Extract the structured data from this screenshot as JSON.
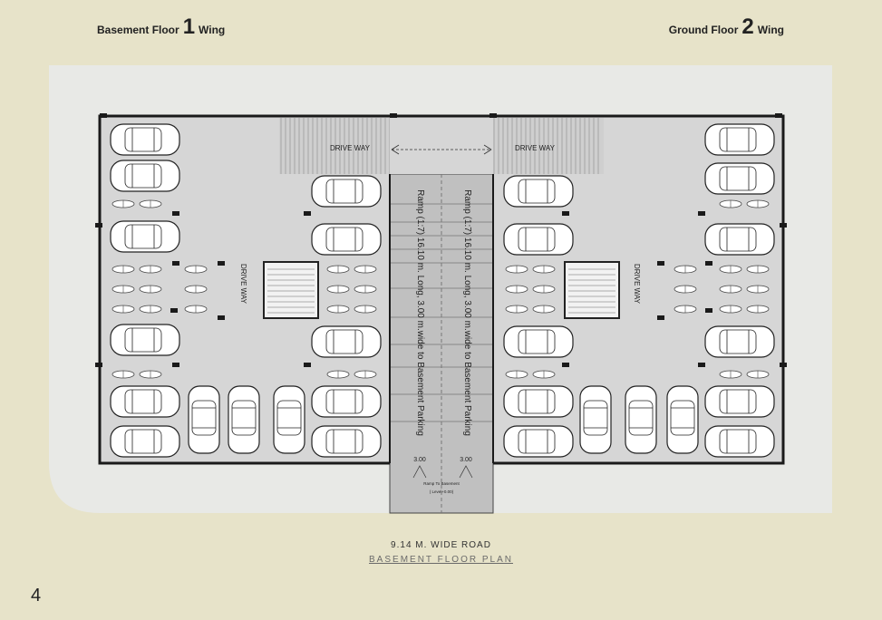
{
  "headers": {
    "left": {
      "prefix": "Basement Floor",
      "number": "1",
      "suffix": "Wing"
    },
    "right": {
      "prefix": "Ground Floor",
      "number": "2",
      "suffix": "Wing"
    }
  },
  "plan": {
    "driveway_left": "DRIVE WAY",
    "driveway_right": "DRIVE WAY",
    "driveway_vertical_left": "DRIVE WAY",
    "driveway_vertical_right": "DRIVE WAY",
    "ramp_text_1": "Ramp (1:7) 16.10 m. Long, 3.00 m.wide to Basement Parking",
    "ramp_text_2": "Ramp (1:7) 16.10 m. Long, 3.00 m.wide to Basement Parking",
    "dim_left": "3.00",
    "dim_right": "3.00",
    "ramp_note_1": "Ramp To Basement",
    "ramp_note_2": "( Level+0.00)"
  },
  "road_label": "9.14 M.  WIDE  ROAD",
  "plan_title": "BASEMENT   FLOOR   PLAN",
  "page_number": "4",
  "colors": {
    "page": "#e7e3c9",
    "site": "#e8e9e6",
    "floor": "#d6d6d6",
    "wall": "#1a1a1a",
    "ramp": "#b9b9b9"
  }
}
